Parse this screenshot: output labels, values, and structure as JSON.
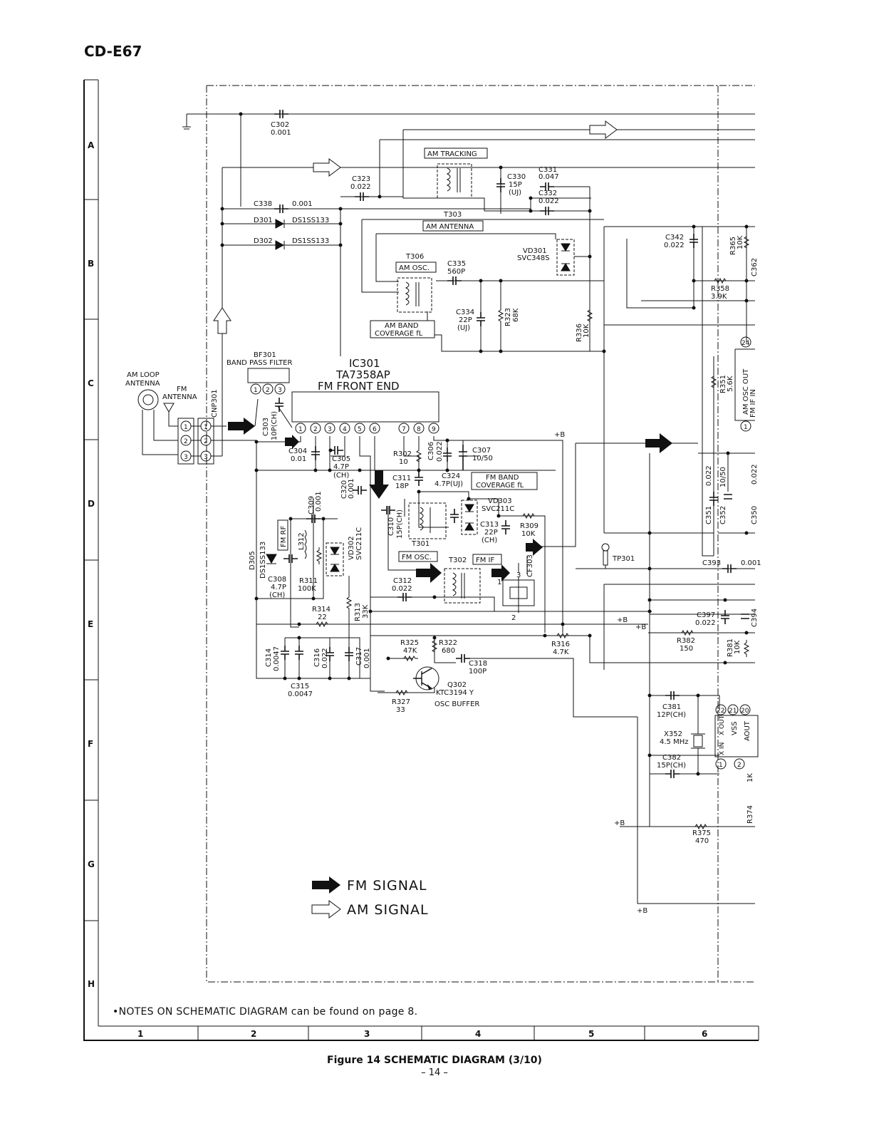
{
  "header": {
    "model": "CD-E67"
  },
  "grid": {
    "rows": [
      "A",
      "B",
      "C",
      "D",
      "E",
      "F",
      "G",
      "H"
    ],
    "cols": [
      "1",
      "2",
      "3",
      "4",
      "5",
      "6"
    ]
  },
  "blocks": {
    "ic301": {
      "ref": "IC301",
      "part": "TA7358AP",
      "name": "FM FRONT END",
      "pins": [
        "1",
        "2",
        "3",
        "4",
        "5",
        "6",
        "7",
        "8",
        "9"
      ]
    },
    "bf301": {
      "ref": "BF301",
      "name": "BAND PASS FILTER",
      "pins": [
        "1",
        "2",
        "3"
      ]
    },
    "am_loop": {
      "line1": "AM LOOP",
      "line2": "ANTENNA"
    },
    "fm_ant": {
      "line1": "FM",
      "line2": "ANTENNA"
    },
    "cnp301": {
      "ref": "CNP301",
      "pins": [
        "1",
        "2",
        "3"
      ]
    },
    "am_tracking": "AM TRACKING",
    "am_antenna": "AM ANTENNA",
    "t303": "T303",
    "t306": "T306",
    "am_osc": "AM OSC.",
    "am_band": {
      "line1": "AM BAND",
      "line2": "COVERAGE fL"
    },
    "fm_band": {
      "line1": "FM BAND",
      "line2": "COVERAGE fL"
    },
    "fm_rf": "FM RF",
    "fm_osc": "FM OSC.",
    "fm_if": "FM IF",
    "t301": "T301",
    "t302": "T302",
    "q302": {
      "ref": "Q302",
      "part": "KTC3194 Y",
      "name": "OSC BUFFER"
    },
    "tp301": "TP301",
    "am_osc_ic": {
      "out": "AM OSC OUT",
      "in": "FM IF IN"
    },
    "ic_pins": {
      "p24": "24",
      "p1": "1",
      "p22": "22",
      "p21": "21",
      "p20": "20",
      "q1": "1",
      "q2": "2"
    },
    "ic_labels": {
      "xin": "X IN",
      "xout": "X OUT",
      "vss": "VSS",
      "aout": "AOUT"
    }
  },
  "components": {
    "c302": [
      "C302",
      "0.001"
    ],
    "c323": [
      "C323",
      "0.022"
    ],
    "c338": [
      "C338",
      "0.001"
    ],
    "d301": [
      "D301",
      "DS1SS133"
    ],
    "d302": [
      "D302",
      "DS1SS133"
    ],
    "c330": [
      "C330",
      "15P",
      "(UJ)"
    ],
    "c331": [
      "C331",
      "0.047"
    ],
    "c332": [
      "C332",
      "0.022"
    ],
    "vd301": [
      "VD301",
      "SVC348S"
    ],
    "c342": [
      "C342",
      "0.022"
    ],
    "r365": [
      "R365",
      "10K"
    ],
    "c362": [
      "C362"
    ],
    "c335": [
      "C335",
      "560P"
    ],
    "r358": [
      "R358",
      "3.9K"
    ],
    "c334": [
      "C334",
      "22P",
      "(UJ)"
    ],
    "r323": [
      "R323",
      "68K"
    ],
    "r336": [
      "R336",
      "10K"
    ],
    "r351": [
      "R351",
      "5.6K"
    ],
    "c303": [
      "C303",
      "10P(CH)"
    ],
    "c304": [
      "C304",
      "0.01"
    ],
    "c305": [
      "C305",
      "4.7P",
      "(CH)"
    ],
    "r302": [
      "R302",
      "10"
    ],
    "c306": [
      "C306",
      "0.022"
    ],
    "c307": [
      "C307",
      "10/50"
    ],
    "c311": [
      "C311",
      "18P"
    ],
    "c324": [
      "C324",
      "4.7P(UJ)"
    ],
    "c320": [
      "C320",
      "0.001"
    ],
    "c309": [
      "C309",
      "0.001"
    ],
    "vd303": [
      "VD303",
      "SVC211C"
    ],
    "c313": [
      "C313",
      "22P",
      "(CH)"
    ],
    "r309": [
      "R309",
      "10K"
    ],
    "c310": [
      "C310",
      "15P(CH)"
    ],
    "vd302": [
      "VD302",
      "SVC211C"
    ],
    "l312": [
      "L312"
    ],
    "d305": [
      "D305",
      "DS1SS133"
    ],
    "c308": [
      "C308",
      "4.7P",
      "(CH)"
    ],
    "r311": [
      "R311",
      "100K"
    ],
    "c312": [
      "C312",
      "0.022"
    ],
    "cf303": [
      "CF303"
    ],
    "c393": [
      "C393",
      "0.001"
    ],
    "c351": [
      "C351",
      "0.022"
    ],
    "c352": [
      "C352",
      "10/50"
    ],
    "c350": [
      "C350",
      "0.022"
    ],
    "r314": [
      "R314",
      "22"
    ],
    "r313": [
      "R313",
      "33K"
    ],
    "c397": [
      "C397",
      "0.022"
    ],
    "c394": [
      "C394"
    ],
    "r325": [
      "R325",
      "47K"
    ],
    "r322": [
      "R322",
      "680"
    ],
    "r316": [
      "R316",
      "4.7K"
    ],
    "r382": [
      "R382",
      "150"
    ],
    "r381": [
      "R381",
      "10K"
    ],
    "c314": [
      "C314",
      "0.0047"
    ],
    "c316": [
      "C316",
      "0.022"
    ],
    "c317": [
      "C317",
      "0.001"
    ],
    "c318": [
      "C318",
      "100P"
    ],
    "c315": [
      "C315",
      "0.0047"
    ],
    "r327": [
      "R327",
      "33"
    ],
    "c381": [
      "C381",
      "12P(CH)"
    ],
    "x352": [
      "X352",
      "4.5 MHz"
    ],
    "c382": [
      "C382",
      "15P(CH)"
    ],
    "r374": [
      "R374"
    ],
    "r375": [
      "R375",
      "470"
    ],
    "r3_1k": [
      "1K"
    ]
  },
  "rails": {
    "plus_b": "+B"
  },
  "legend": {
    "fm": "FM SIGNAL",
    "am": "AM SIGNAL"
  },
  "footer": {
    "notes_bullet": "•",
    "notes": "NOTES ON SCHEMATIC DIAGRAM can be found on page 8.",
    "caption": "Figure 14 SCHEMATIC DIAGRAM (3/10)",
    "page": "– 14 –"
  }
}
